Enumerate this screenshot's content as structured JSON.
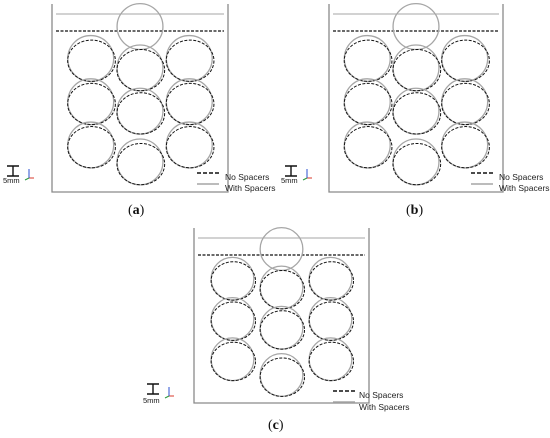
{
  "colors": {
    "frame": "#8a8a8a",
    "with_spacers": "#a6a6a6",
    "no_spacers": "#111111",
    "axis_x": "#d93a2b",
    "axis_y": "#2a9a3c",
    "axis_z": "#2a4fd0"
  },
  "panels": [
    {
      "id": "a",
      "caption_open": "(",
      "caption_letter": "a",
      "caption_close": ")",
      "scale_label": "5mm",
      "legend": [
        {
          "label": "No Spacers",
          "style": "dashed"
        },
        {
          "label": "With Spacers",
          "style": "solid"
        }
      ]
    },
    {
      "id": "b",
      "caption_open": "(",
      "caption_letter": "b",
      "caption_close": ")",
      "scale_label": "5mm",
      "legend": [
        {
          "label": "No Spacers",
          "style": "dashed"
        },
        {
          "label": "With Spacers",
          "style": "solid"
        }
      ]
    },
    {
      "id": "c",
      "caption_open": "(",
      "caption_letter": "c",
      "caption_close": ")",
      "scale_label": "5mm",
      "legend": [
        {
          "label": "No Spacers",
          "style": "dashed"
        },
        {
          "label": "With Spacers",
          "style": "solid"
        }
      ]
    }
  ]
}
